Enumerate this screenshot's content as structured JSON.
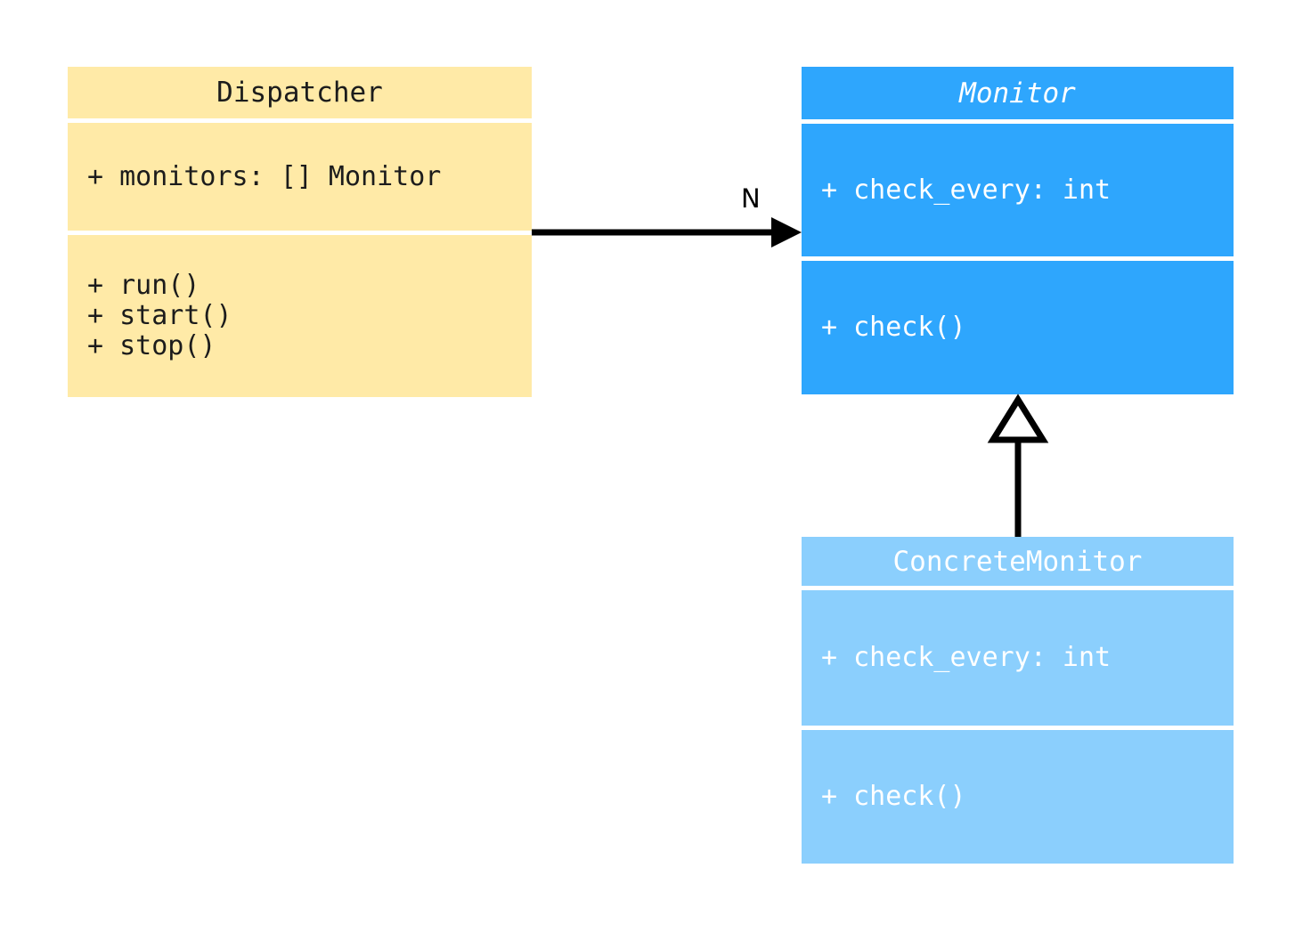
{
  "diagram": {
    "type": "uml-class-diagram",
    "title": "Dispatcher / Monitor UML class diagram",
    "background_color": "#ffffff",
    "classes": [
      {
        "id": "dispatcher",
        "name": "Dispatcher",
        "stereotype": "concrete",
        "italic_title": false,
        "fill_color": "#ffeaa7",
        "text_color": "#1c1c1c",
        "attributes": [
          "+ monitors: [] Monitor"
        ],
        "methods": [
          "+ run()",
          "+ start()",
          "+ stop()"
        ]
      },
      {
        "id": "monitor",
        "name": "Monitor",
        "stereotype": "abstract",
        "italic_title": true,
        "fill_color": "#2ea6fd",
        "text_color": "#ffffff",
        "attributes": [
          "+ check_every: int"
        ],
        "methods": [
          "+ check()"
        ]
      },
      {
        "id": "concretemonitor",
        "name": "ConcreteMonitor",
        "stereotype": "concrete",
        "italic_title": false,
        "fill_color": "#8bcffd",
        "text_color": "#ffffff",
        "attributes": [
          "+ check_every: int"
        ],
        "methods": [
          "+ check()"
        ]
      }
    ],
    "relationships": [
      {
        "id": "dispatcher-monitor-association",
        "kind": "association",
        "from": "Dispatcher",
        "to": "Monitor",
        "label": "N",
        "arrow_style": "filled-arrowhead",
        "line_color": "#000000"
      },
      {
        "id": "concretemonitor-monitor-inheritance",
        "kind": "generalization",
        "from": "ConcreteMonitor",
        "to": "Monitor",
        "label": "",
        "arrow_style": "hollow-triangle",
        "line_color": "#000000"
      }
    ]
  }
}
